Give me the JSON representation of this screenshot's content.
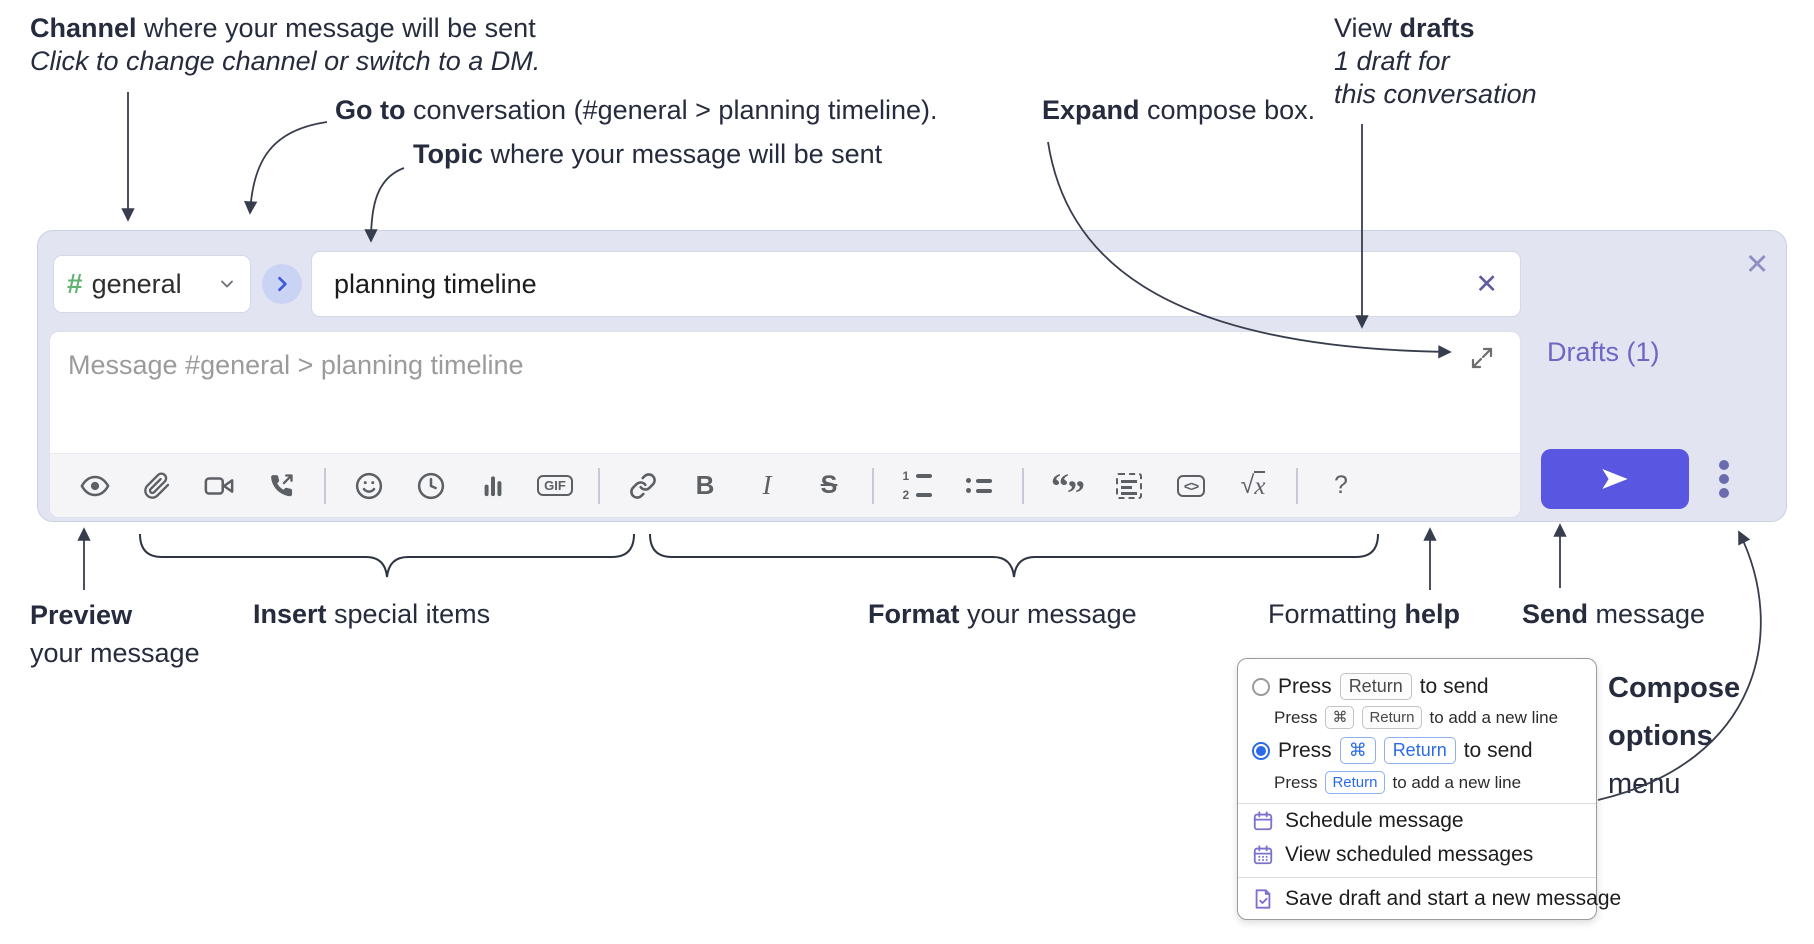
{
  "colors": {
    "compose_background": "#e3e4f2",
    "accent_send_blue": "#5956e1",
    "link_purple": "#6d66c5",
    "goto_blue": "#3b5bdb",
    "hash_green": "#62b373",
    "radio_blue": "#2b6be8",
    "menu_icon_purple": "#7b71ce",
    "annotation_text": "#262b3d"
  },
  "annotations": {
    "channel": {
      "bold": "Channel",
      "rest": " where your message will be sent",
      "sub": "Click to change channel or switch to a DM."
    },
    "go_to": {
      "bold": "Go to",
      "rest": " conversation (#general > planning timeline)."
    },
    "topic": {
      "bold": "Topic",
      "rest": " where your message will be sent"
    },
    "expand": {
      "bold": "Expand",
      "rest": " compose box."
    },
    "view_drafts": {
      "pre": "View ",
      "bold": "drafts",
      "line2": "1 draft for",
      "line3": "this conversation"
    },
    "preview": {
      "bold": "Preview",
      "line2": "your message"
    },
    "insert": {
      "bold": "Insert",
      "rest": " special items"
    },
    "format": {
      "bold": "Format",
      "rest": " your message"
    },
    "formatting_help": {
      "pre": "Formatting ",
      "bold": "help"
    },
    "send": {
      "bold": "Send",
      "rest": " message"
    },
    "compose_options": {
      "line1": "Compose",
      "line2": "options",
      "line3": "menu"
    }
  },
  "compose": {
    "channel": {
      "hash": "#",
      "name": "general"
    },
    "topic": {
      "value": "planning timeline",
      "clear": "✕"
    },
    "close": "✕",
    "message_placeholder": "Message #general > planning timeline",
    "drafts_link": "Drafts (1)",
    "toolbar": {
      "gif": "GIF",
      "bold": "B",
      "italic": "I",
      "strike": "S",
      "ol1": "1",
      "ol2": "2",
      "quote_open": "“",
      "quote_close": "”",
      "code": "<>",
      "sqrt": "√",
      "sqrt_x": "x",
      "help": "?"
    }
  },
  "popup": {
    "option1": {
      "pre": "Press",
      "key": "Return",
      "post": "to send",
      "sub_pre": "Press",
      "sub_key1": "⌘",
      "sub_key2": "Return",
      "sub_post": "to add a new line"
    },
    "option2": {
      "pre": "Press",
      "key1": "⌘",
      "key2": "Return",
      "post": "to send",
      "sub_pre": "Press",
      "sub_key": "Return",
      "sub_post": "to add a new line"
    },
    "schedule": "Schedule message",
    "view_scheduled": "View scheduled messages",
    "save_draft": "Save draft and start a new message"
  }
}
